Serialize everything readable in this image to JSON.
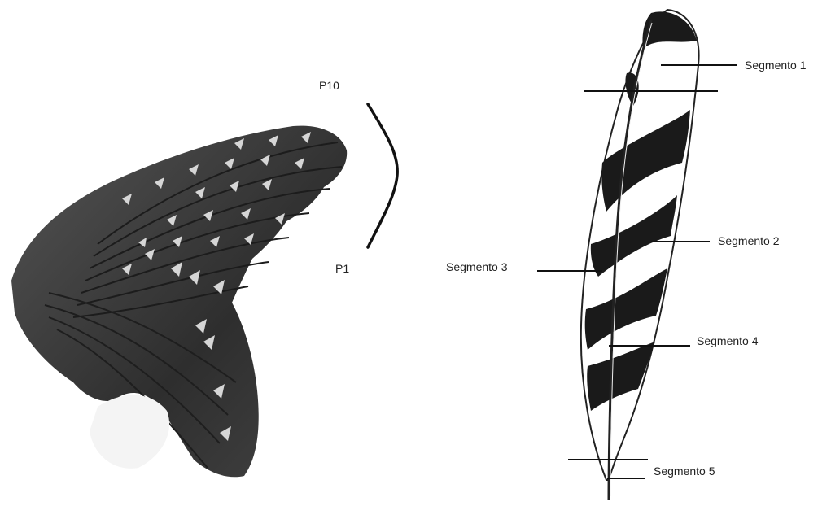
{
  "wing": {
    "labels": {
      "p10": "P10",
      "p1": "P1"
    }
  },
  "feather": {
    "segments": [
      {
        "label": "Segmento 1"
      },
      {
        "label": "Segmento 2"
      },
      {
        "label": "Segmento 3"
      },
      {
        "label": "Segmento 4"
      },
      {
        "label": "Segmento 5"
      }
    ]
  },
  "colors": {
    "ink": "#1a1a1a",
    "wing_dark": "#3a3a3a",
    "spot_light": "#d8d8d8"
  }
}
